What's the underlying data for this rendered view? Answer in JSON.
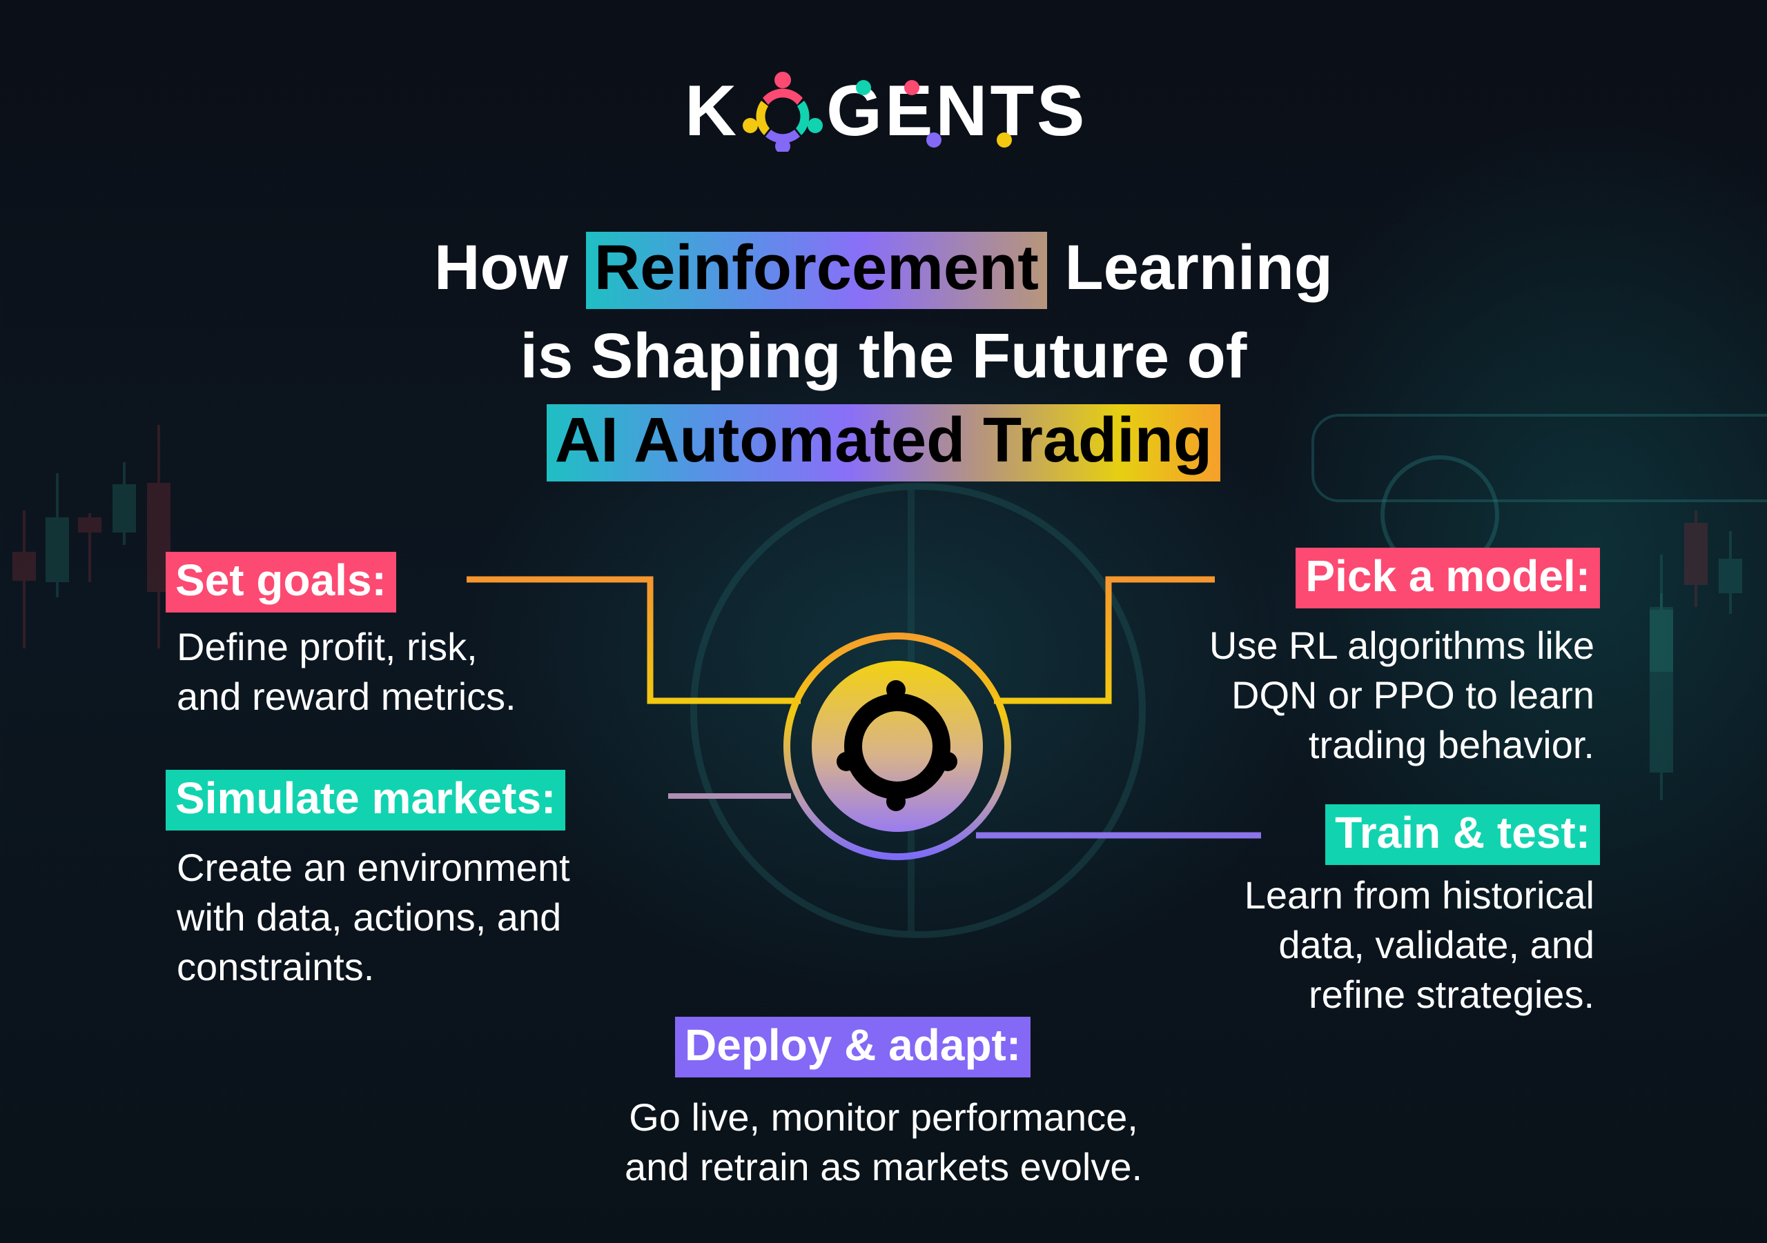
{
  "brand": {
    "name": "KOGENTS",
    "letters_before": "K",
    "letters_after": "GENTS",
    "colors": {
      "pink": "#fc4a72",
      "teal": "#12d3b0",
      "yellow": "#f2c811",
      "purple": "#8468f6"
    }
  },
  "title": {
    "line1_pre": "How",
    "line1_highlight": "Reinforcement",
    "line1_post": "Learning",
    "line2": "is Shaping the Future of",
    "line3_highlight": "AI Automated Trading"
  },
  "center_icon": "people-circle-icon",
  "steps": [
    {
      "label": "Set goals:",
      "description": [
        "Define profit, risk,",
        "and reward metrics."
      ],
      "color": "#fc4a72"
    },
    {
      "label": "Pick a model:",
      "description": [
        "Use RL algorithms like",
        "DQN or PPO to learn",
        "trading behavior."
      ],
      "color": "#fc4a72"
    },
    {
      "label": "Simulate markets:",
      "description": [
        "Create an environment",
        "with data, actions, and",
        "constraints."
      ],
      "color": "#12d3b0"
    },
    {
      "label": "Train & test:",
      "description": [
        "Learn from historical",
        "data, validate, and",
        "refine strategies."
      ],
      "color": "#12d3b0"
    },
    {
      "label": "Deploy & adapt:",
      "description": [
        "Go live, monitor performance,",
        "and retrain as markets evolve."
      ],
      "color": "#8468f6"
    }
  ]
}
